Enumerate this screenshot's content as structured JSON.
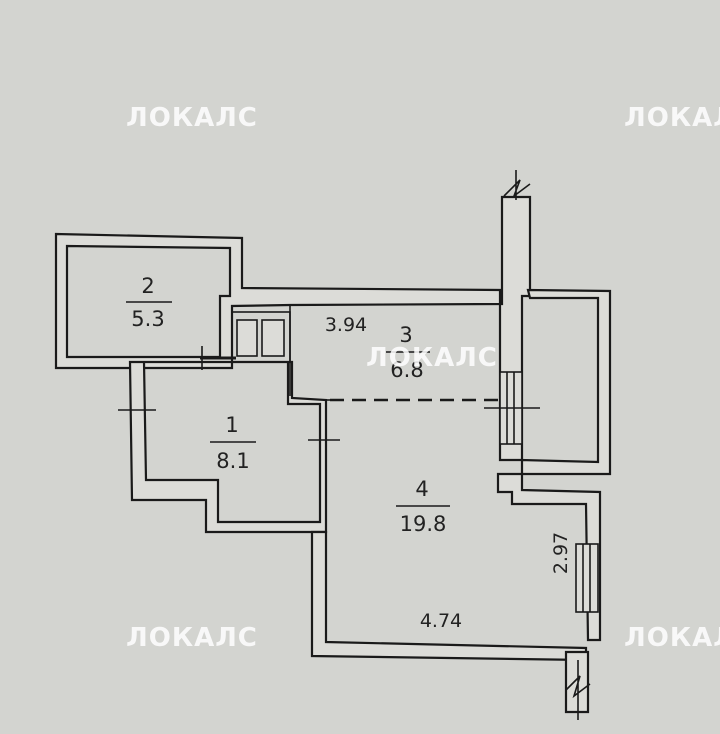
{
  "watermark": "ЛОКАЛС",
  "rooms": [
    {
      "number": "1",
      "area": "8.1"
    },
    {
      "number": "2",
      "area": "5.3"
    },
    {
      "number": "3",
      "area": "6.8"
    },
    {
      "number": "4",
      "area": "19.8"
    }
  ],
  "dimensions": {
    "room3_width": "3.94",
    "room4_width": "4.74",
    "room4_side": "2.97"
  },
  "colors": {
    "background": "#d3d4d0",
    "wall_fill": "#dcdcd8",
    "line": "#1a1a1a",
    "watermark": "#ffffff"
  }
}
